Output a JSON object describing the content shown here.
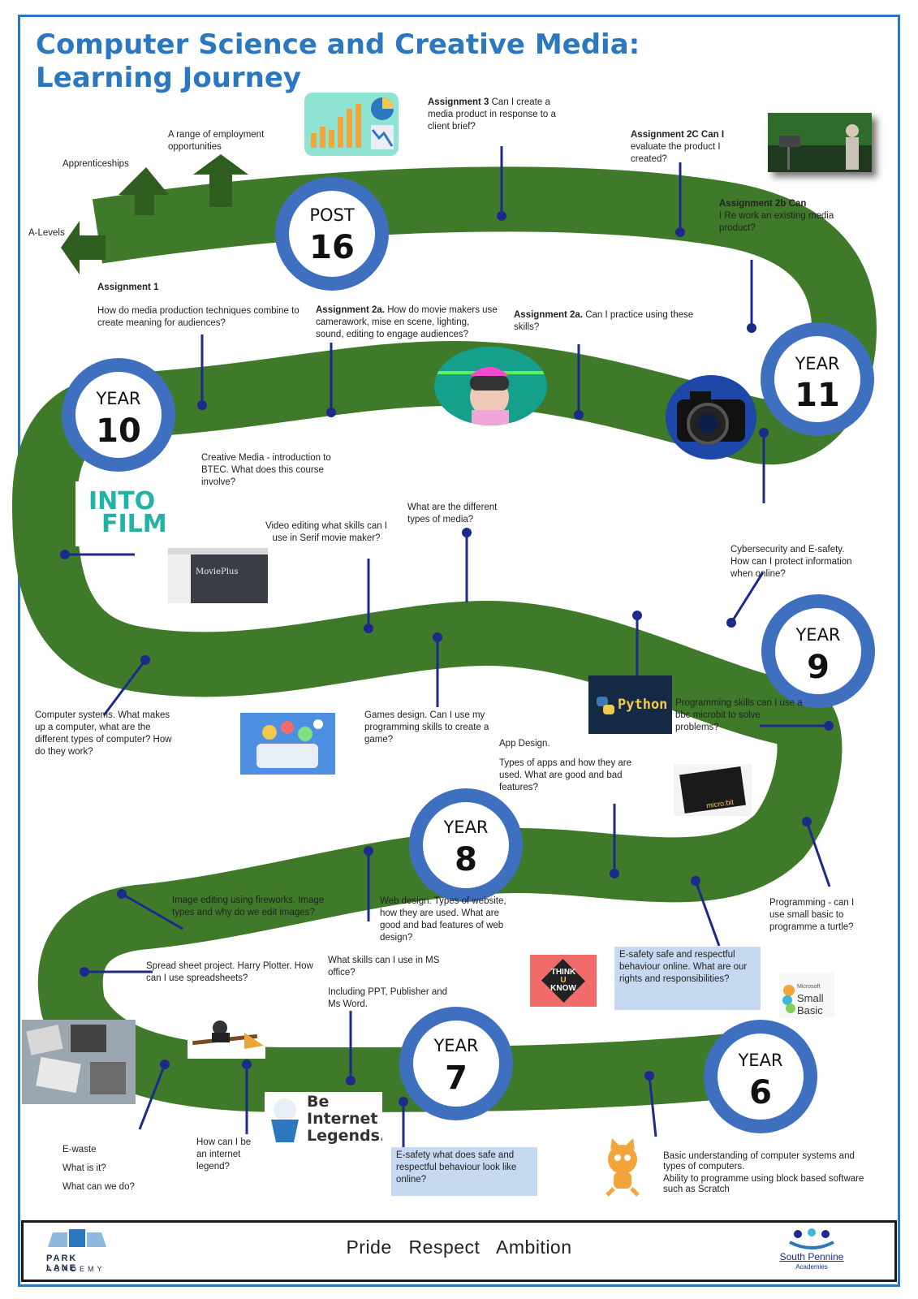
{
  "title": {
    "line1": "Computer Science and Creative Media:",
    "line2": "Learning Journey"
  },
  "colors": {
    "road": "#3f7a2a",
    "accent": "#2b78c0",
    "marker": "#1c2a8c",
    "note_box": "#c6d9f1",
    "arrow": "#2f5d1f"
  },
  "destinations": {
    "apprenticeships": "Apprenticeships",
    "employment": "A range of employment opportunities",
    "a_levels": "A-Levels"
  },
  "stages": [
    {
      "id": "post16",
      "top": "POST",
      "number": "16"
    },
    {
      "id": "year11",
      "top": "YEAR",
      "number": "11"
    },
    {
      "id": "year10",
      "top": "YEAR",
      "number": "10"
    },
    {
      "id": "year9",
      "top": "YEAR",
      "number": "9"
    },
    {
      "id": "year8",
      "top": "YEAR",
      "number": "8"
    },
    {
      "id": "year7",
      "top": "YEAR",
      "number": "7"
    },
    {
      "id": "year6",
      "top": "YEAR",
      "number": "6"
    }
  ],
  "notes": {
    "a3": {
      "bold": "Assignment 3",
      "text": " Can I create a media product in response to a client brief?"
    },
    "a2c": {
      "bold": "Assignment 2C Can I",
      "text": " evaluate the product I created?"
    },
    "a2b": {
      "bold": "Assignment 2b Can",
      "text": "I Re work an existing media product?"
    },
    "a1_head": "Assignment 1",
    "a1": "How do media production techniques combine to create meaning for audiences?",
    "a2a_1": {
      "bold": "Assignment 2a.",
      "text": " How do movie makers use camerawork, mise en scene, lighting, sound, editing to engage audiences?"
    },
    "a2a_2": {
      "bold": "Assignment 2a.",
      "text": " Can I practice using these skills?"
    },
    "creative_media": "Creative Media - introduction to BTEC. What does this course involve?",
    "video_editing": "Video editing what skills can I use in Serif movie maker?",
    "media_types": "What are the different types of media?",
    "cybersecurity": "Cybersecurity and E-safety. How can I protect information when online?",
    "computer_systems": "Computer systems. What makes up a computer, what are the different types of computer? How do they work?",
    "games_design": "Games design. Can I use my programming skills to create a game?",
    "microbit": "Programming skills can I use a bbc microbit to solve problems?",
    "app_design_head": "App Design.",
    "app_design": "Types of apps and how they are used. What are good and bad features?",
    "image_editing": "Image editing using fireworks. Image types and why do we edit images?",
    "web_design": "Web design. Types of website, how they are used. What are good and bad features of web design?",
    "programming_turtle": "Programming - can I use small basic to programme a turtle?",
    "esafety_rights": "E-safety safe and respectful behaviour online. What are our rights and responsibilities?",
    "ms_office": "What skills can I use in MS office?",
    "ms_office_2": "Including PPT, Publisher and Ms Word.",
    "spreadsheet": "Spread sheet project. Harry Plotter. How can I use spreadsheets?",
    "ewaste_1": "E-waste",
    "ewaste_2": "What is it?",
    "ewaste_3": "What can we do?",
    "internet_legend": "How can I be an internet legend?",
    "esafety_behaviour": "E-safety what does safe and respectful behaviour look like online?",
    "basic_1": "Basic understanding of computer systems and types of computers.",
    "basic_2": "Ability to programme using block based software such as Scratch"
  },
  "logos": {
    "into_film_1": "INTO",
    "into_film_2": "FILM",
    "movieplus": "MoviePlus",
    "python": "Python",
    "think_1": "THINK",
    "think_2": "U",
    "think_3": "KNOW",
    "small_basic_top": "Microsoft",
    "small_basic": "Small Basic",
    "microbit": "micro:bit",
    "be_legends_1": "Be",
    "be_legends_2": "Internet",
    "be_legends_3": "Legends."
  },
  "footer": {
    "park_lane_1": "PARK LANE",
    "park_lane_2": "ACADEMY",
    "motto": "Pride   Respect   Ambition",
    "south_pennine_1": "South Pennine",
    "south_pennine_2": "Academies"
  }
}
